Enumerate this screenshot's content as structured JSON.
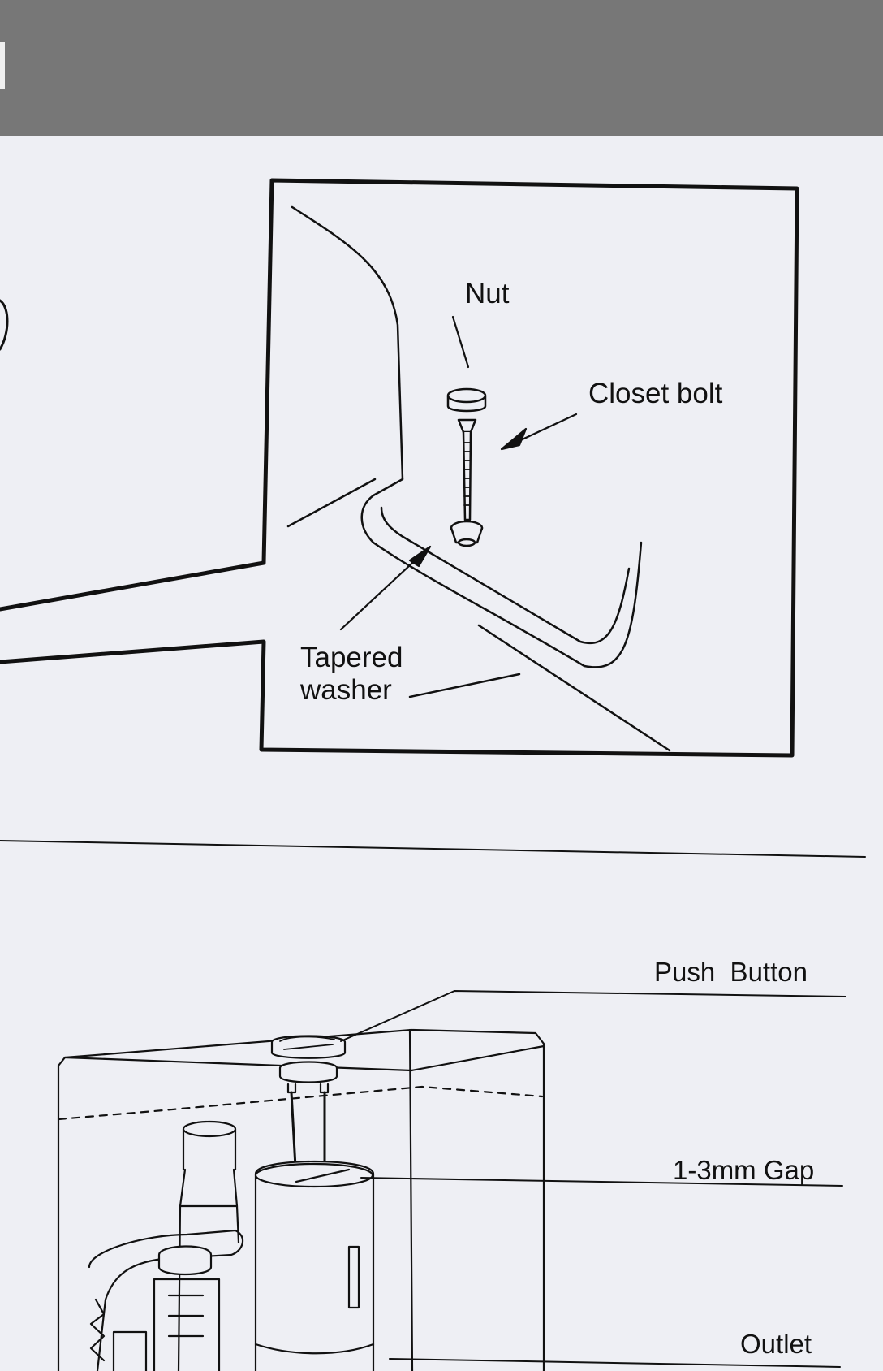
{
  "top_detail": {
    "labels": {
      "nut": "Nut",
      "closet_bolt": "Closet bolt",
      "tapered_washer": "Tapered\nwasher"
    }
  },
  "bottom_detail": {
    "labels": {
      "push_button": "Push  Button",
      "gap": "1-3mm Gap",
      "outlet": "Outlet"
    }
  }
}
